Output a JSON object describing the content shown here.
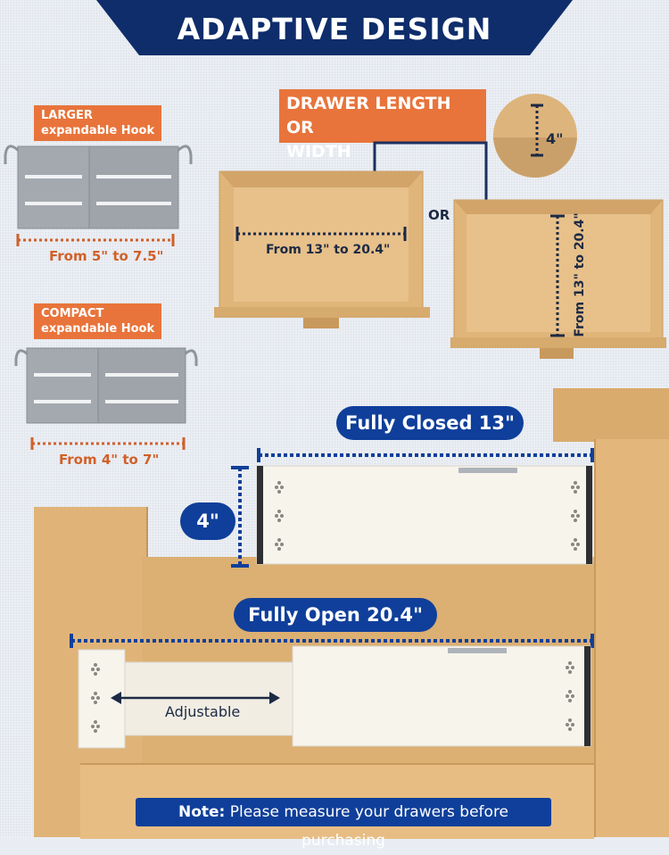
{
  "banner": {
    "title": "ADAPTIVE DESIGN"
  },
  "hooks": {
    "larger": {
      "tag_line1": "LARGER",
      "tag_line2": "expandable Hook",
      "range": "From 5\" to 7.5\""
    },
    "compact": {
      "tag_line1": "COMPACT",
      "tag_line2": "expandable Hook",
      "range": "From 4\" to 7\""
    }
  },
  "drawers": {
    "heading_line1": "DRAWER LENGTH OR",
    "heading_line2": "WIDTH",
    "zoom_height": "4\"",
    "width_range": "From 13\" to 20.4\"",
    "or_text": "OR",
    "length_range": "From 13\" to 20.4\""
  },
  "divider": {
    "closed_label": "Fully Closed 13\"",
    "height_label": "4\"",
    "open_label": "Fully Open 20.4\"",
    "adjustable_label": "Adjustable"
  },
  "note": {
    "bold": "Note:",
    "text": "Please measure your drawers before purchasing"
  },
  "colors": {
    "navy": "#0f2d6b",
    "blue": "#0f3f9a",
    "orange": "#e8743b",
    "wood": "#e2b77c"
  }
}
